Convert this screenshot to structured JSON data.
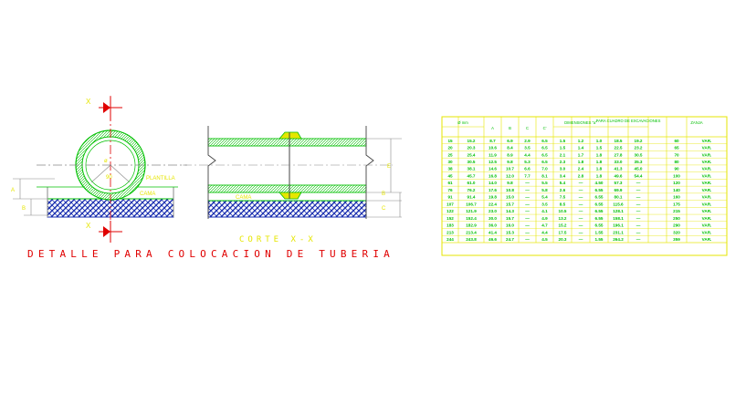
{
  "labels": {
    "section_title": "CORTE X-X",
    "main_title": "DETALLE PARA COLOCACION DE TUBERIA",
    "plantilla": "PLANTILLA",
    "cama_left": "CAMA",
    "cama_right": "CAMA",
    "x_top": "X",
    "x_bottom": "X",
    "dim_a": "A",
    "dim_b": "B",
    "dim_e": "E",
    "dim_b2": "B",
    "dim_c": "C",
    "angle_top": "ø",
    "angle_mid": "90"
  },
  "table": {
    "headers": {
      "col_dn": "Ø mm",
      "col_a": "A",
      "col_b": "B",
      "col_c": "C",
      "col_cp": "C'",
      "group_dims": "DIMENSIONES \"a\"",
      "group_excav": "PARA CUADRO DE EXCAVACIONES",
      "group_zanja": "ZANJA"
    },
    "rows": [
      [
        "15",
        "15.2",
        "8.7",
        "6.9",
        "2.9",
        "6.5",
        "1.5",
        "1.2",
        "1.0",
        "18.5",
        "19.2",
        "60",
        "VAR."
      ],
      [
        "20",
        "20.3",
        "10.6",
        "8.4",
        "3.5",
        "6.5",
        "1.5",
        "1.4",
        "1.5",
        "22.5",
        "23.2",
        "65",
        "VAR."
      ],
      [
        "25",
        "25.4",
        "11.9",
        "8.9",
        "4.4",
        "6.5",
        "2.1",
        "1.7",
        "1.8",
        "27.8",
        "30.5",
        "70",
        "VAR."
      ],
      [
        "30",
        "30.5",
        "12.5",
        "9.8",
        "5.3",
        "6.5",
        "2.3",
        "1.8",
        "1.8",
        "33.0",
        "35.3",
        "80",
        "VAR."
      ],
      [
        "38",
        "38.1",
        "14.6",
        "10.7",
        "6.6",
        "7.0",
        "3.0",
        "2.4",
        "1.8",
        "41.3",
        "45.0",
        "90",
        "VAR."
      ],
      [
        "45",
        "45.7",
        "16.8",
        "12.0",
        "7.7",
        "8.1",
        "3.4",
        "2.8",
        "1.8",
        "49.6",
        "54.4",
        "100",
        "VAR."
      ],
      [
        "61",
        "61.0",
        "14.0",
        "9.8",
        "—",
        "5.5",
        "5.4",
        "—",
        "4.50",
        "57.3",
        "—",
        "120",
        "VAR."
      ],
      [
        "76",
        "76.2",
        "17.6",
        "10.8",
        "—",
        "5.8",
        "2.6",
        "—",
        "6.55",
        "69.9",
        "—",
        "140",
        "VAR."
      ],
      [
        "91",
        "91.4",
        "19.8",
        "15.0",
        "—",
        "5.4",
        "7.5",
        "—",
        "6.55",
        "80.1",
        "—",
        "160",
        "VAR."
      ],
      [
        "107",
        "106.7",
        "22.4",
        "15.7",
        "—",
        "3.5",
        "8.5",
        "—",
        "6.55",
        "115.6",
        "—",
        "175",
        "VAR."
      ],
      [
        "122",
        "121.9",
        "23.0",
        "14.3",
        "—",
        "4.1",
        "10.5",
        "—",
        "6.55",
        "128.1",
        "—",
        "215",
        "VAR."
      ],
      [
        "152",
        "152.4",
        "30.0",
        "15.7",
        "—",
        "4.9",
        "13.2",
        "—",
        "6.55",
        "158.1",
        "—",
        "250",
        "VAR."
      ],
      [
        "183",
        "182.9",
        "36.0",
        "16.0",
        "—",
        "4.7",
        "15.2",
        "—",
        "6.55",
        "196.1",
        "—",
        "290",
        "VAR."
      ],
      [
        "213",
        "213.4",
        "41.4",
        "15.3",
        "—",
        "4.4",
        "17.5",
        "—",
        "1.55",
        "231.1",
        "—",
        "320",
        "VAR."
      ],
      [
        "244",
        "243.8",
        "46.6",
        "24.7",
        "—",
        "4.5",
        "20.3",
        "—",
        "1.55",
        "264.2",
        "—",
        "359",
        "VAR."
      ]
    ]
  },
  "colors": {
    "green": "#00c000",
    "yellow": "#e6e600",
    "red": "#e00000",
    "blue": "#1a2fb0",
    "gray": "#888888"
  }
}
